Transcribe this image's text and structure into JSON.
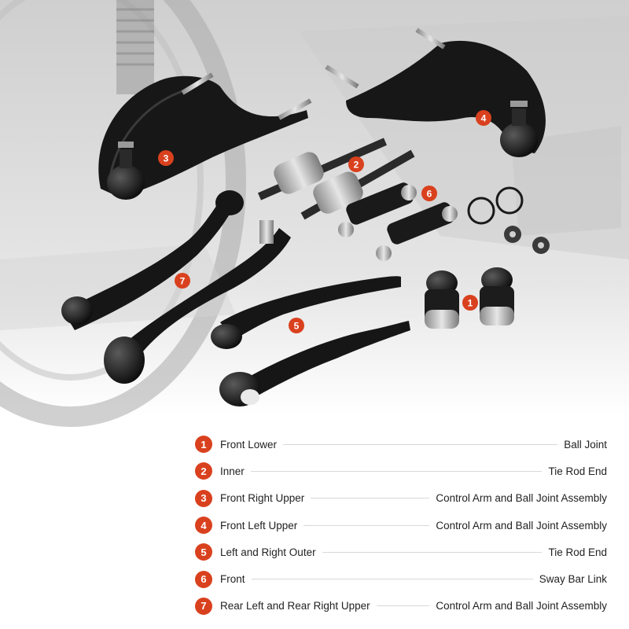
{
  "badges": [
    "1",
    "2",
    "3",
    "4",
    "5",
    "6",
    "7"
  ],
  "legend": [
    {
      "num": "1",
      "left": "Front Lower",
      "right": "Ball Joint"
    },
    {
      "num": "2",
      "left": "Inner",
      "right": "Tie Rod End"
    },
    {
      "num": "3",
      "left": "Front Right Upper",
      "right": "Control Arm and Ball Joint Assembly"
    },
    {
      "num": "4",
      "left": "Front Left Upper",
      "right": "Control Arm and Ball Joint Assembly"
    },
    {
      "num": "5",
      "left": "Left and Right Outer",
      "right": "Tie Rod End"
    },
    {
      "num": "6",
      "left": "Front",
      "right": "Sway Bar Link"
    },
    {
      "num": "7",
      "left": "Rear Left and Rear Right Upper",
      "right": "Control Arm and Ball Joint Assembly"
    }
  ],
  "colors": {
    "badge": "#d9411e",
    "part": "#161616",
    "metal": "#b9b9b9"
  }
}
